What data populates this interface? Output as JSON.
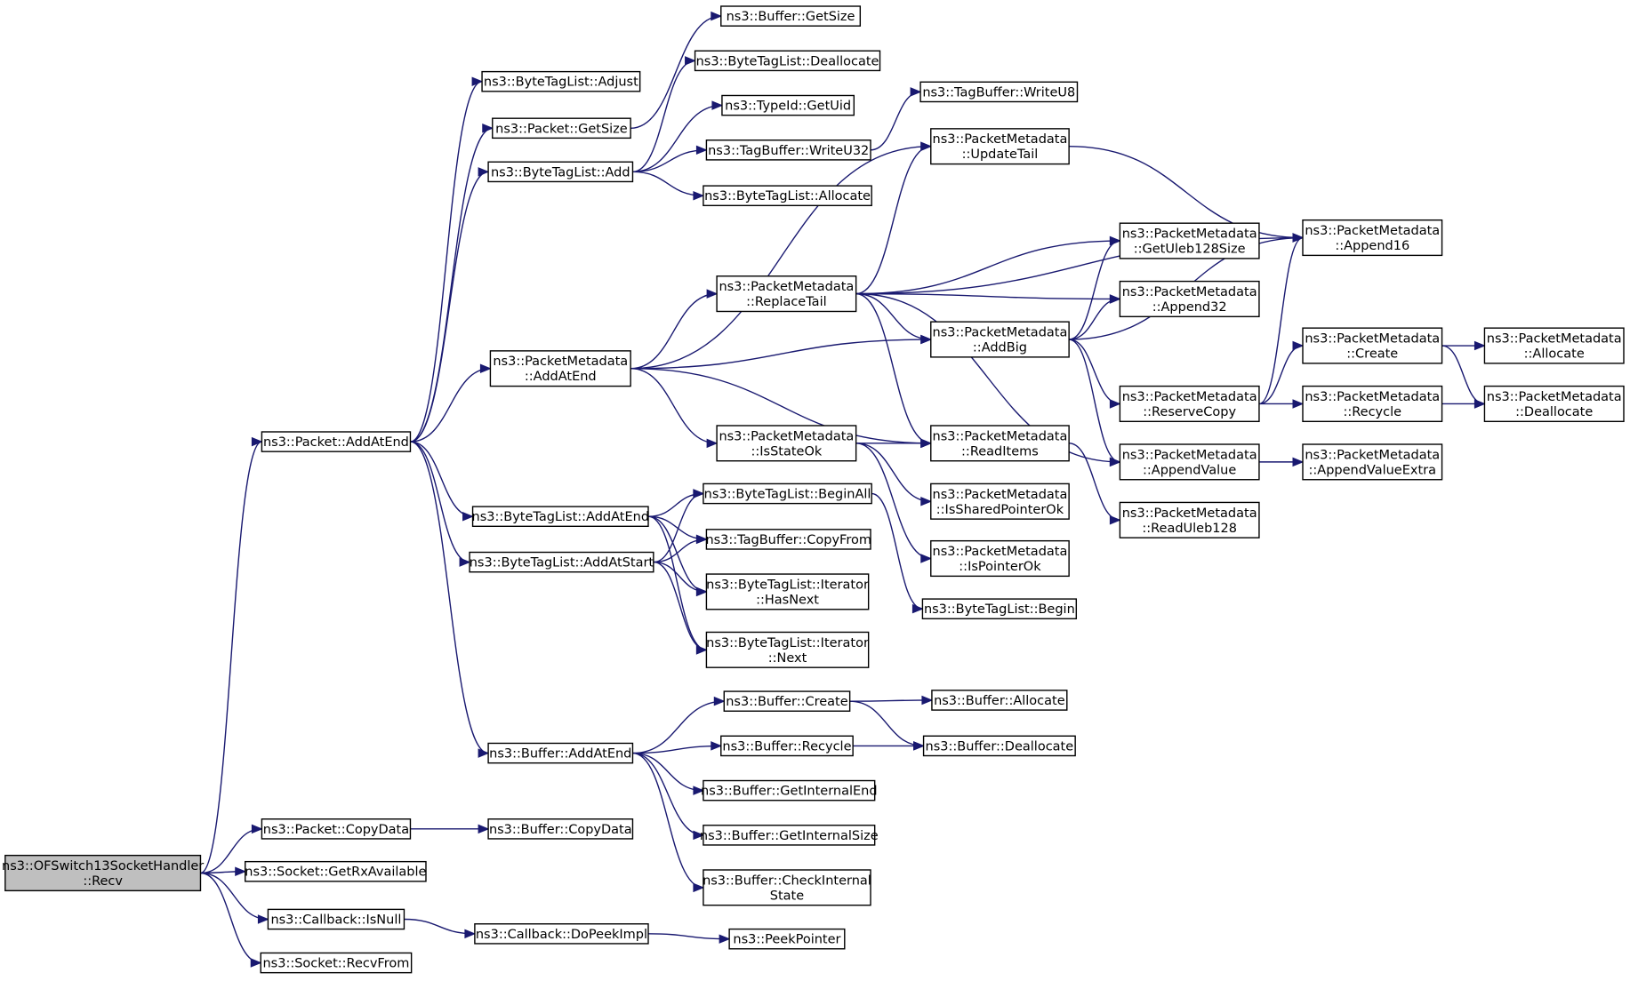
{
  "graph": {
    "nodes": [
      {
        "id": "n0",
        "lines": [
          "ns3::OFSwitch13SocketHandler",
          "::Recv"
        ],
        "root": true
      },
      {
        "id": "n1",
        "lines": [
          "ns3::Packet::AddAtEnd"
        ]
      },
      {
        "id": "n2",
        "lines": [
          "ns3::Packet::CopyData"
        ]
      },
      {
        "id": "n3",
        "lines": [
          "ns3::Socket::GetRxAvailable"
        ]
      },
      {
        "id": "n4",
        "lines": [
          "ns3::Callback::IsNull"
        ]
      },
      {
        "id": "n5",
        "lines": [
          "ns3::Socket::RecvFrom"
        ]
      },
      {
        "id": "n6",
        "lines": [
          "ns3::ByteTagList::Adjust"
        ]
      },
      {
        "id": "n7",
        "lines": [
          "ns3::Packet::GetSize"
        ]
      },
      {
        "id": "n8",
        "lines": [
          "ns3::ByteTagList::Add"
        ]
      },
      {
        "id": "n9",
        "lines": [
          "ns3::PacketMetadata",
          "::AddAtEnd"
        ]
      },
      {
        "id": "n10",
        "lines": [
          "ns3::ByteTagList::AddAtEnd"
        ]
      },
      {
        "id": "n11",
        "lines": [
          "ns3::ByteTagList::AddAtStart"
        ]
      },
      {
        "id": "n12",
        "lines": [
          "ns3::Buffer::AddAtEnd"
        ]
      },
      {
        "id": "n13",
        "lines": [
          "ns3::Buffer::CopyData"
        ]
      },
      {
        "id": "n14",
        "lines": [
          "ns3::Callback::DoPeekImpl"
        ]
      },
      {
        "id": "n15",
        "lines": [
          "ns3::Buffer::GetSize"
        ]
      },
      {
        "id": "n16",
        "lines": [
          "ns3::ByteTagList::Deallocate"
        ]
      },
      {
        "id": "n17",
        "lines": [
          "ns3::TypeId::GetUid"
        ]
      },
      {
        "id": "n18",
        "lines": [
          "ns3::TagBuffer::WriteU32"
        ]
      },
      {
        "id": "n19",
        "lines": [
          "ns3::ByteTagList::Allocate"
        ]
      },
      {
        "id": "n20",
        "lines": [
          "ns3::PacketMetadata",
          "::ReplaceTail"
        ]
      },
      {
        "id": "n21",
        "lines": [
          "ns3::PacketMetadata",
          "::IsStateOk"
        ]
      },
      {
        "id": "n22",
        "lines": [
          "ns3::ByteTagList::BeginAll"
        ]
      },
      {
        "id": "n23",
        "lines": [
          "ns3::TagBuffer::CopyFrom"
        ]
      },
      {
        "id": "n24",
        "lines": [
          "ns3::ByteTagList::Iterator",
          "::HasNext"
        ]
      },
      {
        "id": "n25",
        "lines": [
          "ns3::ByteTagList::Iterator",
          "::Next"
        ]
      },
      {
        "id": "n26",
        "lines": [
          "ns3::Buffer::Create"
        ]
      },
      {
        "id": "n27",
        "lines": [
          "ns3::Buffer::Recycle"
        ]
      },
      {
        "id": "n28",
        "lines": [
          "ns3::Buffer::GetInternalEnd"
        ]
      },
      {
        "id": "n29",
        "lines": [
          "ns3::Buffer::GetInternalSize"
        ]
      },
      {
        "id": "n30",
        "lines": [
          "ns3::Buffer::CheckInternal",
          "State"
        ]
      },
      {
        "id": "n31",
        "lines": [
          "ns3::PeekPointer"
        ]
      },
      {
        "id": "n32",
        "lines": [
          "ns3::TagBuffer::WriteU8"
        ]
      },
      {
        "id": "n33",
        "lines": [
          "ns3::PacketMetadata",
          "::UpdateTail"
        ]
      },
      {
        "id": "n34",
        "lines": [
          "ns3::PacketMetadata",
          "::AddBig"
        ]
      },
      {
        "id": "n35",
        "lines": [
          "ns3::PacketMetadata",
          "::ReadItems"
        ]
      },
      {
        "id": "n36",
        "lines": [
          "ns3::PacketMetadata",
          "::IsSharedPointerOk"
        ]
      },
      {
        "id": "n37",
        "lines": [
          "ns3::PacketMetadata",
          "::IsPointerOk"
        ]
      },
      {
        "id": "n38",
        "lines": [
          "ns3::ByteTagList::Begin"
        ]
      },
      {
        "id": "n39",
        "lines": [
          "ns3::Buffer::Allocate"
        ]
      },
      {
        "id": "n40",
        "lines": [
          "ns3::Buffer::Deallocate"
        ]
      },
      {
        "id": "n41",
        "lines": [
          "ns3::PacketMetadata",
          "::GetUleb128Size"
        ]
      },
      {
        "id": "n42",
        "lines": [
          "ns3::PacketMetadata",
          "::Append32"
        ]
      },
      {
        "id": "n43",
        "lines": [
          "ns3::PacketMetadata",
          "::ReserveCopy"
        ]
      },
      {
        "id": "n44",
        "lines": [
          "ns3::PacketMetadata",
          "::AppendValue"
        ]
      },
      {
        "id": "n45",
        "lines": [
          "ns3::PacketMetadata",
          "::ReadUleb128"
        ]
      },
      {
        "id": "n46",
        "lines": [
          "ns3::PacketMetadata",
          "::Append16"
        ]
      },
      {
        "id": "n47",
        "lines": [
          "ns3::PacketMetadata",
          "::Create"
        ]
      },
      {
        "id": "n48",
        "lines": [
          "ns3::PacketMetadata",
          "::Recycle"
        ]
      },
      {
        "id": "n49",
        "lines": [
          "ns3::PacketMetadata",
          "::AppendValueExtra"
        ]
      },
      {
        "id": "n50",
        "lines": [
          "ns3::PacketMetadata",
          "::Allocate"
        ]
      },
      {
        "id": "n51",
        "lines": [
          "ns3::PacketMetadata",
          "::Deallocate"
        ]
      }
    ],
    "edges": [
      [
        "n0",
        "n1"
      ],
      [
        "n0",
        "n2"
      ],
      [
        "n0",
        "n3"
      ],
      [
        "n0",
        "n4"
      ],
      [
        "n0",
        "n5"
      ],
      [
        "n1",
        "n6"
      ],
      [
        "n1",
        "n7"
      ],
      [
        "n1",
        "n8"
      ],
      [
        "n1",
        "n9"
      ],
      [
        "n1",
        "n10"
      ],
      [
        "n1",
        "n11"
      ],
      [
        "n1",
        "n12"
      ],
      [
        "n2",
        "n13"
      ],
      [
        "n4",
        "n14"
      ],
      [
        "n14",
        "n31"
      ],
      [
        "n7",
        "n15"
      ],
      [
        "n8",
        "n16"
      ],
      [
        "n8",
        "n17"
      ],
      [
        "n8",
        "n18"
      ],
      [
        "n8",
        "n19"
      ],
      [
        "n18",
        "n32"
      ],
      [
        "n9",
        "n20"
      ],
      [
        "n9",
        "n34"
      ],
      [
        "n9",
        "n21"
      ],
      [
        "n9",
        "n35"
      ],
      [
        "n9",
        "n33"
      ],
      [
        "n20",
        "n33"
      ],
      [
        "n20",
        "n46"
      ],
      [
        "n20",
        "n41"
      ],
      [
        "n20",
        "n42"
      ],
      [
        "n20",
        "n34"
      ],
      [
        "n20",
        "n35"
      ],
      [
        "n20",
        "n44"
      ],
      [
        "n33",
        "n46"
      ],
      [
        "n34",
        "n41"
      ],
      [
        "n34",
        "n42"
      ],
      [
        "n34",
        "n46"
      ],
      [
        "n34",
        "n43"
      ],
      [
        "n34",
        "n44"
      ],
      [
        "n43",
        "n46"
      ],
      [
        "n43",
        "n47"
      ],
      [
        "n43",
        "n48"
      ],
      [
        "n47",
        "n50"
      ],
      [
        "n47",
        "n51"
      ],
      [
        "n48",
        "n51"
      ],
      [
        "n44",
        "n49"
      ],
      [
        "n21",
        "n35"
      ],
      [
        "n21",
        "n36"
      ],
      [
        "n21",
        "n37"
      ],
      [
        "n35",
        "n45"
      ],
      [
        "n10",
        "n22"
      ],
      [
        "n10",
        "n23"
      ],
      [
        "n10",
        "n24"
      ],
      [
        "n10",
        "n25"
      ],
      [
        "n11",
        "n22"
      ],
      [
        "n11",
        "n23"
      ],
      [
        "n11",
        "n24"
      ],
      [
        "n11",
        "n25"
      ],
      [
        "n22",
        "n38"
      ],
      [
        "n12",
        "n26"
      ],
      [
        "n12",
        "n27"
      ],
      [
        "n12",
        "n28"
      ],
      [
        "n12",
        "n29"
      ],
      [
        "n12",
        "n30"
      ],
      [
        "n26",
        "n39"
      ],
      [
        "n26",
        "n40"
      ],
      [
        "n27",
        "n40"
      ]
    ]
  }
}
